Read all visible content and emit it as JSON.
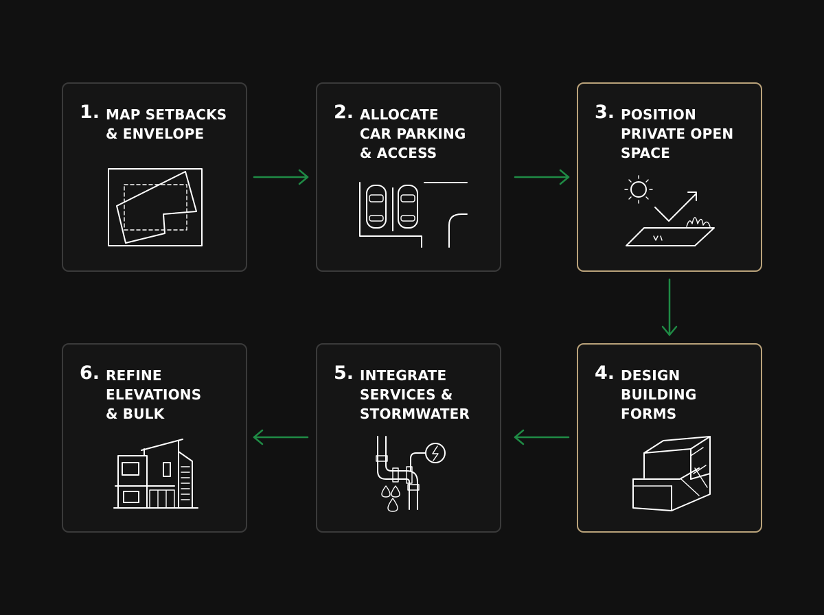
{
  "steps": [
    {
      "number": "1.",
      "title_lines": [
        "MAP SETBACKS",
        "& ENVELOPE"
      ],
      "icon": "site-plan-icon",
      "highlighted": false
    },
    {
      "number": "2.",
      "title_lines": [
        "ALLOCATE",
        "CAR PARKING",
        "& ACCESS"
      ],
      "icon": "car-parking-icon",
      "highlighted": false
    },
    {
      "number": "3.",
      "title_lines": [
        "POSITION",
        "PRIVATE OPEN",
        "SPACE"
      ],
      "icon": "sun-open-space-icon",
      "highlighted": true
    },
    {
      "number": "4.",
      "title_lines": [
        "DESIGN",
        "BUILDING",
        "FORMS"
      ],
      "icon": "building-blocks-icon",
      "highlighted": true
    },
    {
      "number": "5.",
      "title_lines": [
        "INTEGRATE",
        "SERVICES &",
        "STORMWATER"
      ],
      "icon": "pipes-services-icon",
      "highlighted": false
    },
    {
      "number": "6.",
      "title_lines": [
        "REFINE",
        "ELEVATIONS",
        "& BULK"
      ],
      "icon": "house-elevation-icon",
      "highlighted": false
    }
  ],
  "colors": {
    "background": "#111111",
    "card_border": "#3a3a3a",
    "highlight_border": "#b9a27a",
    "arrow": "#1f8b45",
    "text": "#ffffff"
  }
}
